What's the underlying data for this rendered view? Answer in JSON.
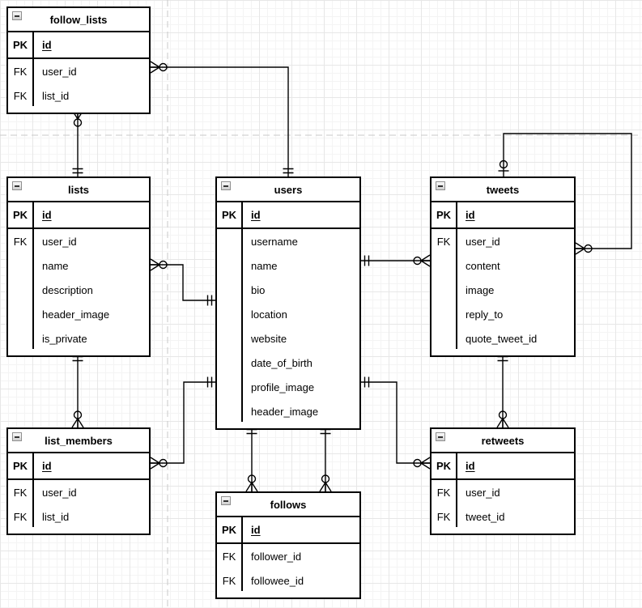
{
  "diagram_type": "entity-relationship",
  "colors": {
    "line": "#000000",
    "table_border": "#000000",
    "background": "#ffffff",
    "grid_minor": "#f4f4f4",
    "grid_major": "#e7e7e7",
    "page_break": "#c9c9c9",
    "collapse_fill": "#e8e8e8"
  },
  "icons": {
    "collapse": "minus-square"
  },
  "tables": [
    {
      "title": "follow_lists",
      "rows": [
        {
          "key": "PK",
          "field": "id"
        },
        {
          "key": "FK",
          "field": "user_id"
        },
        {
          "key": "FK",
          "field": "list_id"
        }
      ]
    },
    {
      "title": "lists",
      "rows": [
        {
          "key": "PK",
          "field": "id"
        },
        {
          "key": "FK",
          "field": "user_id"
        },
        {
          "key": "",
          "field": "name"
        },
        {
          "key": "",
          "field": "description"
        },
        {
          "key": "",
          "field": "header_image"
        },
        {
          "key": "",
          "field": "is_private"
        }
      ]
    },
    {
      "title": "users",
      "rows": [
        {
          "key": "PK",
          "field": "id"
        },
        {
          "key": "",
          "field": "username"
        },
        {
          "key": "",
          "field": "name"
        },
        {
          "key": "",
          "field": "bio"
        },
        {
          "key": "",
          "field": "location"
        },
        {
          "key": "",
          "field": "website"
        },
        {
          "key": "",
          "field": "date_of_birth"
        },
        {
          "key": "",
          "field": "profile_image"
        },
        {
          "key": "",
          "field": "header_image"
        }
      ]
    },
    {
      "title": "tweets",
      "rows": [
        {
          "key": "PK",
          "field": "id"
        },
        {
          "key": "FK",
          "field": "user_id"
        },
        {
          "key": "",
          "field": "content"
        },
        {
          "key": "",
          "field": "image"
        },
        {
          "key": "",
          "field": "reply_to"
        },
        {
          "key": "",
          "field": "quote_tweet_id"
        }
      ]
    },
    {
      "title": "list_members",
      "rows": [
        {
          "key": "PK",
          "field": "id"
        },
        {
          "key": "FK",
          "field": "user_id"
        },
        {
          "key": "FK",
          "field": "list_id"
        }
      ]
    },
    {
      "title": "follows",
      "rows": [
        {
          "key": "PK",
          "field": "id"
        },
        {
          "key": "FK",
          "field": "follower_id"
        },
        {
          "key": "FK",
          "field": "followee_id"
        }
      ]
    },
    {
      "title": "retweets",
      "rows": [
        {
          "key": "PK",
          "field": "id"
        },
        {
          "key": "FK",
          "field": "user_id"
        },
        {
          "key": "FK",
          "field": "tweet_id"
        }
      ]
    }
  ],
  "relationships": [
    {
      "from": "follow_lists",
      "to": "users",
      "from_end": "zero-or-many",
      "to_end": "one"
    },
    {
      "from": "follow_lists",
      "to": "lists",
      "from_end": "zero-or-many",
      "to_end": "one"
    },
    {
      "from": "lists",
      "to": "users",
      "from_end": "zero-or-many",
      "to_end": "one"
    },
    {
      "from": "list_members",
      "to": "users",
      "from_end": "zero-or-many",
      "to_end": "one"
    },
    {
      "from": "list_members",
      "to": "lists",
      "from_end": "zero-or-many",
      "to_end": "one"
    },
    {
      "from": "tweets",
      "to": "users",
      "from_end": "zero-or-many",
      "to_end": "one"
    },
    {
      "from": "retweets",
      "to": "users",
      "from_end": "zero-or-many",
      "to_end": "one"
    },
    {
      "from": "follows",
      "to": "users",
      "from_end": "zero-or-many",
      "to_end": "one",
      "note": "follower"
    },
    {
      "from": "follows",
      "to": "users",
      "from_end": "zero-or-many",
      "to_end": "one",
      "note": "followee"
    },
    {
      "from": "retweets",
      "to": "tweets",
      "from_end": "zero-or-many",
      "to_end": "one"
    },
    {
      "from": "tweets",
      "to": "tweets",
      "from_end": "zero-or-many",
      "to_end": "zero-or-one"
    }
  ]
}
